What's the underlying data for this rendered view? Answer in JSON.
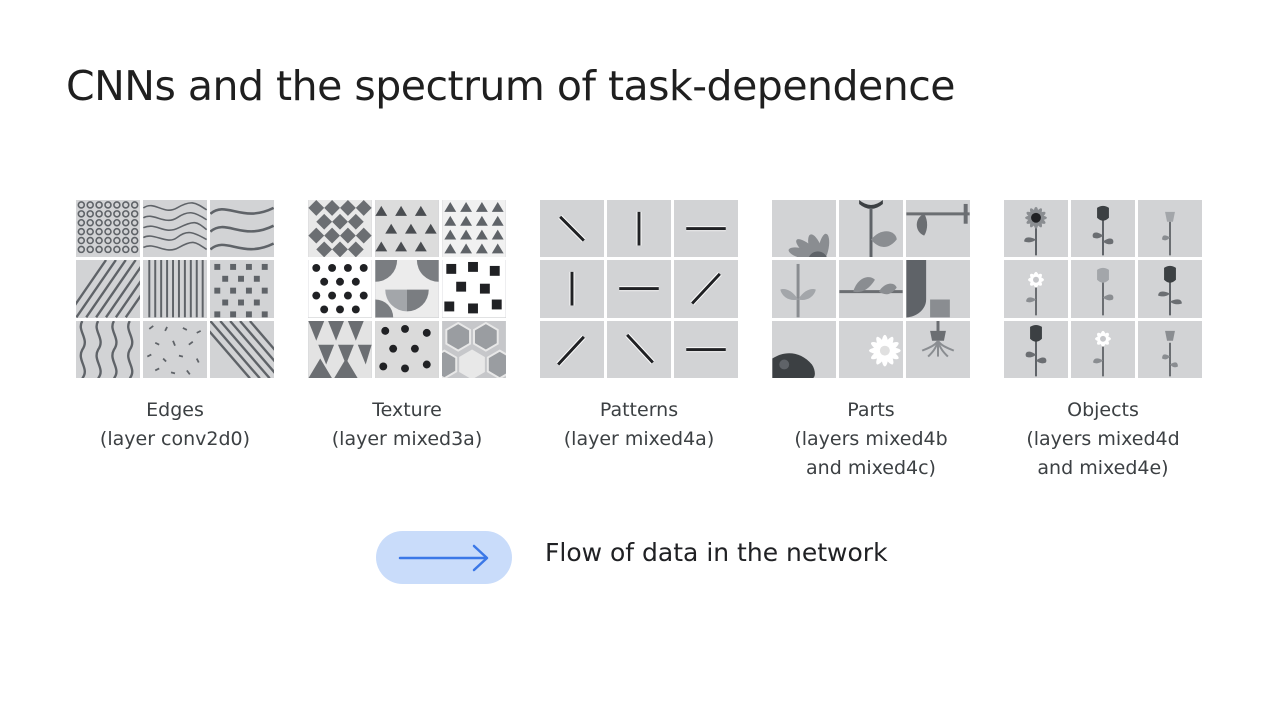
{
  "slide": {
    "title": "CNNs and the spectrum of task-dependence"
  },
  "panels": [
    {
      "name": "Edges",
      "detail": "(layer conv2d0)",
      "detail2": ""
    },
    {
      "name": "Texture",
      "detail": "(layer mixed3a)",
      "detail2": ""
    },
    {
      "name": "Patterns",
      "detail": "(layer mixed4a)",
      "detail2": ""
    },
    {
      "name": "Parts",
      "detail": "(layers mixed4b",
      "detail2": "and mixed4c)"
    },
    {
      "name": "Objects",
      "detail": "(layers mixed4d",
      "detail2": "and mixed4e)"
    }
  ],
  "flow": {
    "label": "Flow of data in the network",
    "arrow_color": "#3b78e7",
    "pill_color": "#c9dcfa",
    "icon": "arrow-right-icon"
  },
  "colors": {
    "tile_background": "#d2d3d5",
    "pattern_dark": "#5f6368"
  }
}
